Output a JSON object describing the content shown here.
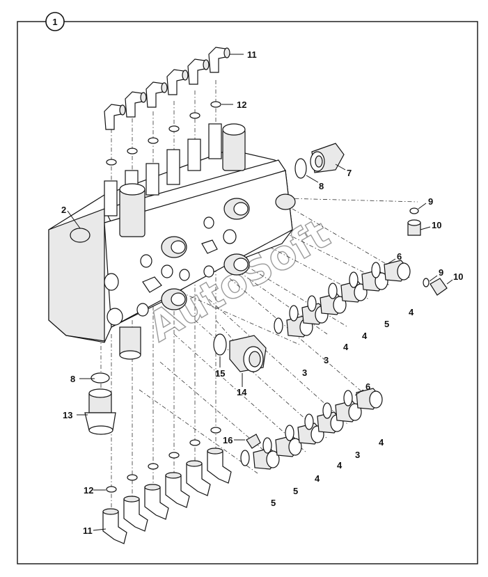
{
  "figure_number": "1",
  "watermark": "AutoSoft",
  "callouts": {
    "c2": "2",
    "c3a": "3",
    "c3b": "3",
    "c3c": "3",
    "c4a": "4",
    "c4b": "4",
    "c4c": "4",
    "c4d": "4",
    "c4e": "4",
    "c4f": "4",
    "c5a": "5",
    "c5b": "5",
    "c5c": "5",
    "c6a": "6",
    "c6b": "6",
    "c7": "7",
    "c8a": "8",
    "c8b": "8",
    "c9a": "9",
    "c9b": "9",
    "c10a": "10",
    "c10b": "10",
    "c11a": "11",
    "c11b": "11",
    "c12a": "12",
    "c12b": "12",
    "c13": "13",
    "c14": "14",
    "c15": "15",
    "c16": "16"
  }
}
